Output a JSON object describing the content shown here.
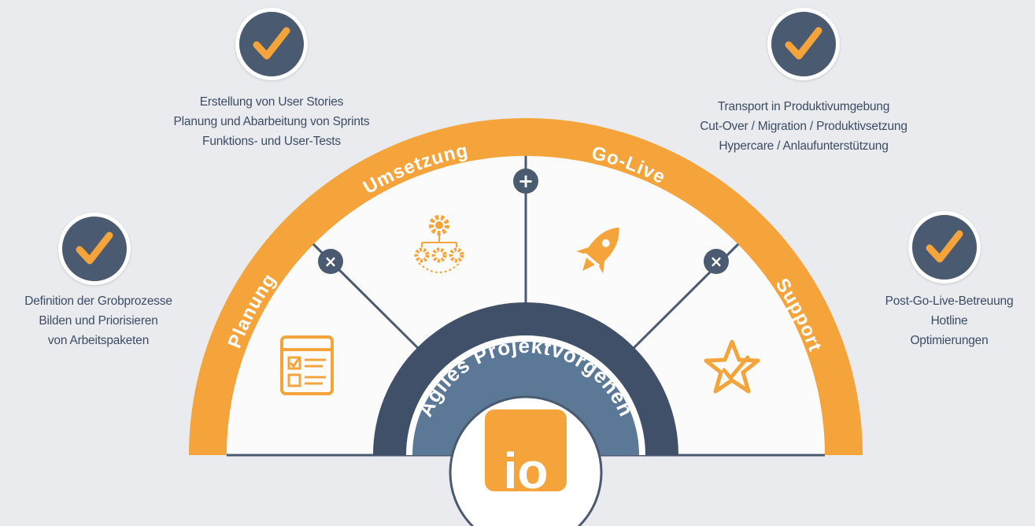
{
  "center_title": "Agiles Projektvorgehen",
  "logo_text": "io",
  "phases": [
    {
      "label": "Planung",
      "icon": "checklist-icon"
    },
    {
      "label": "Umsetzung",
      "icon": "gears-workflow-icon"
    },
    {
      "label": "Go-Live",
      "icon": "rocket-icon"
    },
    {
      "label": "Support",
      "icon": "star-check-icon"
    }
  ],
  "markers": [
    "×",
    "+",
    "×"
  ],
  "descriptions": {
    "planung": [
      "Definition der Grobprozesse",
      "Bilden und Priorisieren",
      "von Arbeitspaketen"
    ],
    "umsetzung": [
      "Erstellung von User Stories",
      "Planung und Abarbeitung von Sprints",
      "Funktions- und User-Tests"
    ],
    "golive": [
      "Transport in Produktivumgebung",
      "Cut-Over / Migration / Produktivsetzung",
      "Hypercare / Anlaufunterstützung"
    ],
    "support": [
      "Post-Go-Live-Betreuung",
      "Hotline",
      "Optimierungen"
    ]
  },
  "colors": {
    "background": "#e9ebee",
    "orange": "#f4a43a",
    "navy": "#4a5a70",
    "steel": "#5b7896",
    "text": "#3d4c63",
    "white": "#ffffff"
  }
}
